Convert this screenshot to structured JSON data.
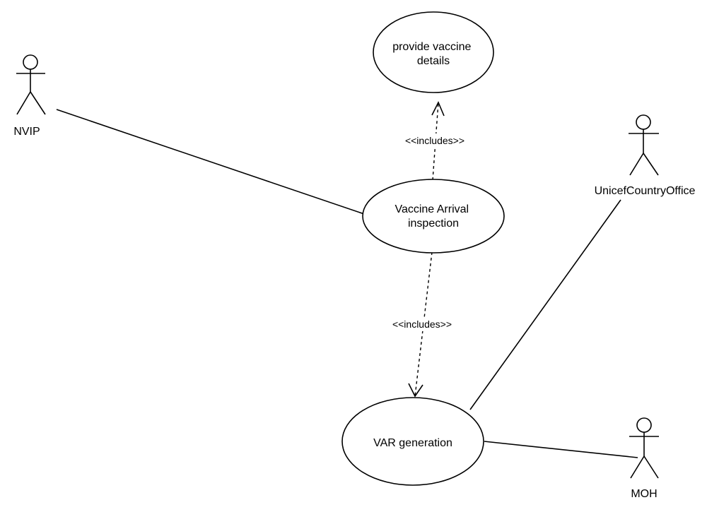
{
  "diagram": {
    "use_cases": {
      "provide_vaccine_details": [
        "provide vaccine",
        "details"
      ],
      "vaccine_arrival_inspection": [
        "Vaccine Arrival",
        "inspection"
      ],
      "var_generation": [
        "VAR generation"
      ]
    },
    "actors": {
      "nvip": "NVIP",
      "unicef_country_office": "UnicefCountryOffice",
      "moh": "MOH"
    },
    "relations": {
      "include_top": "<<includes>>",
      "include_bottom": "<<includes>>"
    }
  }
}
